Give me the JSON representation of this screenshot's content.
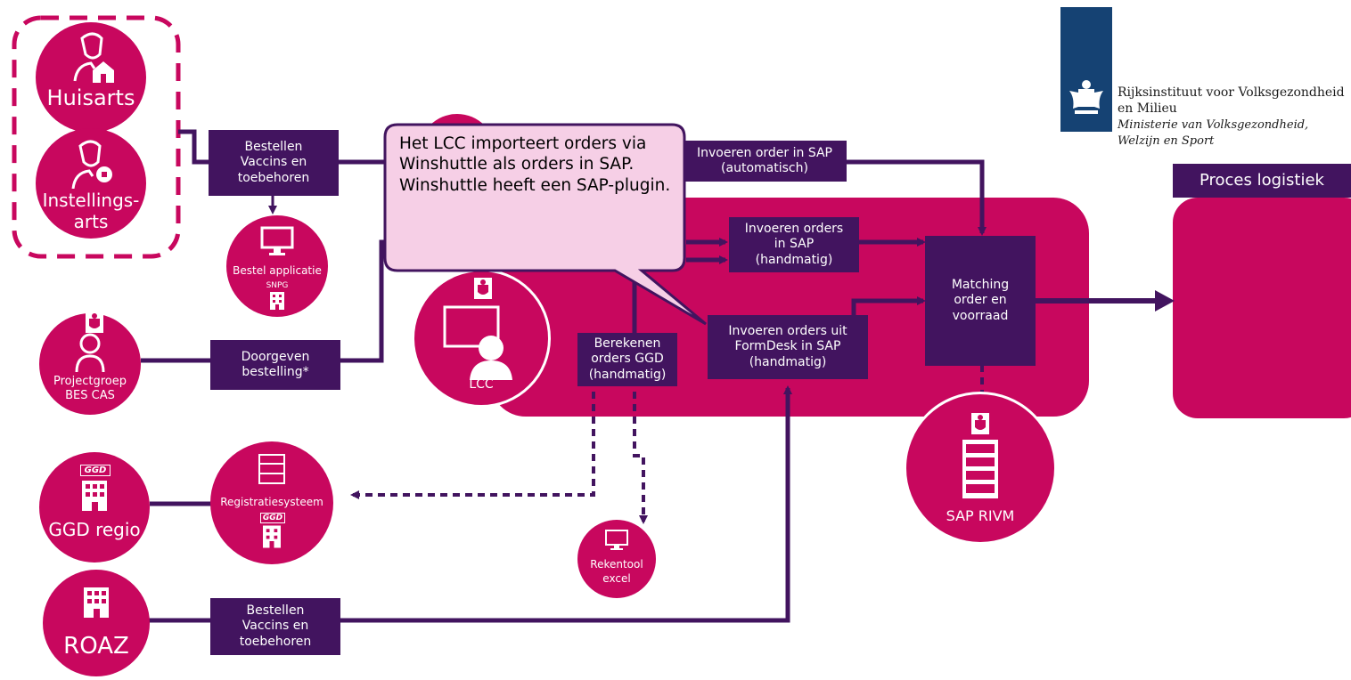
{
  "actors": {
    "huisarts": "Huisarts",
    "instellingsarts_line1": "Instellings-",
    "instellingsarts_line2": "arts",
    "projectgroep_line1": "Projectgroep",
    "projectgroep_line2": "BES CAS",
    "ggd_regio": "GGD regio",
    "roaz": "ROAZ",
    "lcc": "LCC",
    "sap_rivm": "SAP RIVM"
  },
  "systems": {
    "bestel_applicatie": "Bestel applicatie",
    "snpg": "SNPG",
    "registratiesysteem": "Registratiesysteem",
    "ggd_tag": "GGD",
    "rekentool_line1": "Rekentool",
    "rekentool_line2": "excel"
  },
  "process_boxes": {
    "bestellen_top": "Bestellen\nVaccins en\ntoebehoren",
    "doorgeven": "Doorgeven\nbestelling*",
    "bestellen_bottom": "Bestellen\nVaccins en\ntoebehoren",
    "invoeren_automatisch": "Invoeren order in SAP\n(automatisch)",
    "invoeren_handmatig": "Invoeren orders\nin SAP\n(handmatig)",
    "berekenen": "Berekenen\norders GGD\n(handmatig)",
    "formdesk": "Invoeren orders uit\nFormDesk in SAP\n(handmatig)",
    "matching": "Matching\norder en\nvoorraad",
    "proces_logistiek": "Proces logistiek"
  },
  "callout": {
    "text": "Het LCC importeert orders via Winshuttle als orders in SAP.  Winshuttle heeft een SAP-plugin."
  },
  "logo": {
    "line1": "Rijksinstituut voor Volksgezondheid",
    "line2": "en Milieu",
    "line3": "Ministerie van Volksgezondheid,",
    "line4": "Welzijn en Sport"
  },
  "colors": {
    "magenta": "#c8075e",
    "dark_purple": "#42145f",
    "callout_fill": "#f6cfe6",
    "logo_blue": "#154273"
  }
}
